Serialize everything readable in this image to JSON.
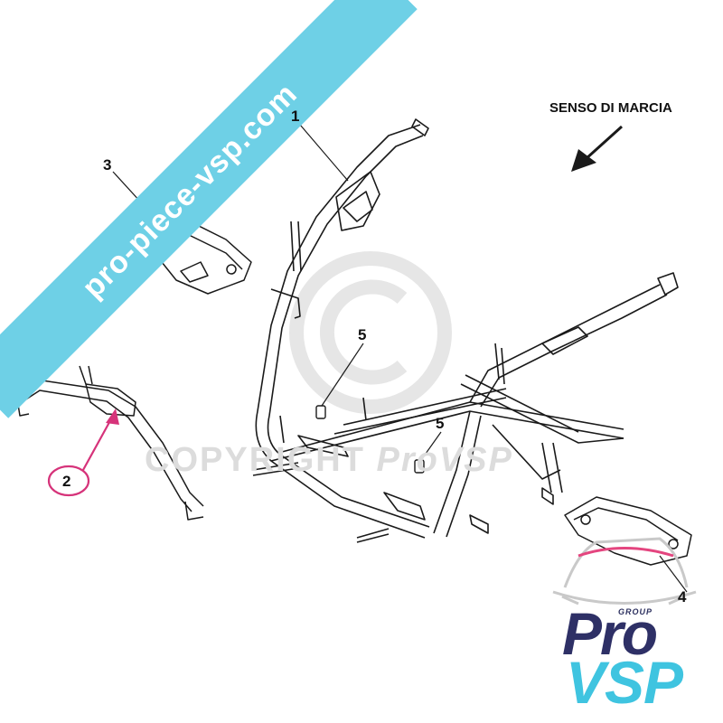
{
  "banner": {
    "text": "pro-piece-vsp.com"
  },
  "direction": {
    "label": "SENSO DI MARCIA"
  },
  "watermark": {
    "prefix": "COPYRIGHT",
    "brand": "ProVSP"
  },
  "callouts": {
    "c1": "1",
    "c2": "2",
    "c3": "3",
    "c4": "4",
    "c5a": "5",
    "c5b": "5"
  },
  "logo": {
    "group": "GROUP",
    "pro": "Pro",
    "vsp": "VSP"
  },
  "colors": {
    "banner": "#6ed0e6",
    "highlight": "#d6337a",
    "logo_navy": "#2e3066",
    "logo_cyan": "#3fc4e0",
    "logo_pink": "#e4457f",
    "line": "#1a1a1a",
    "watermark": "#dcdcdc"
  },
  "icons": {
    "copyright": "copyright-icon",
    "direction": "arrow-down-left-icon",
    "car": "car-outline-icon"
  }
}
